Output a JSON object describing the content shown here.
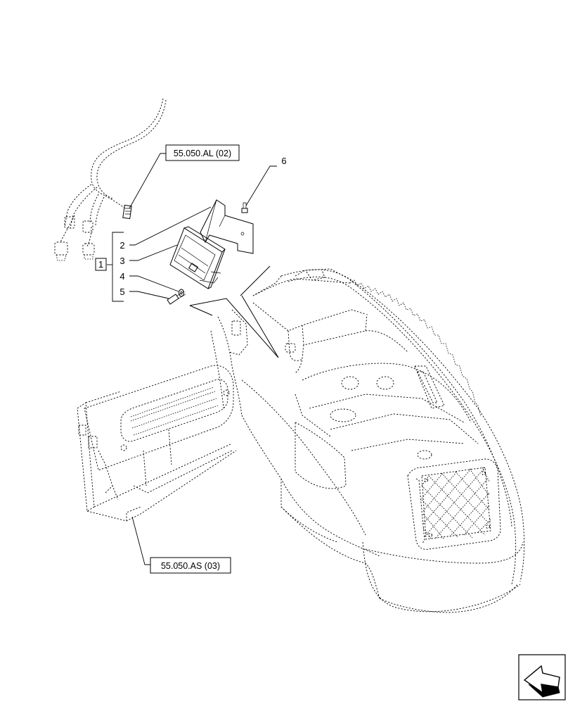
{
  "callouts": {
    "n1": "1",
    "n2": "2",
    "n3": "3",
    "n4": "4",
    "n5": "5",
    "n6": "6"
  },
  "references": {
    "harness_ref": "55.050.AL (02)",
    "panel_ref": "55.050.AS (03)"
  },
  "icons": {
    "nav": "next-page-arrow-icon"
  }
}
